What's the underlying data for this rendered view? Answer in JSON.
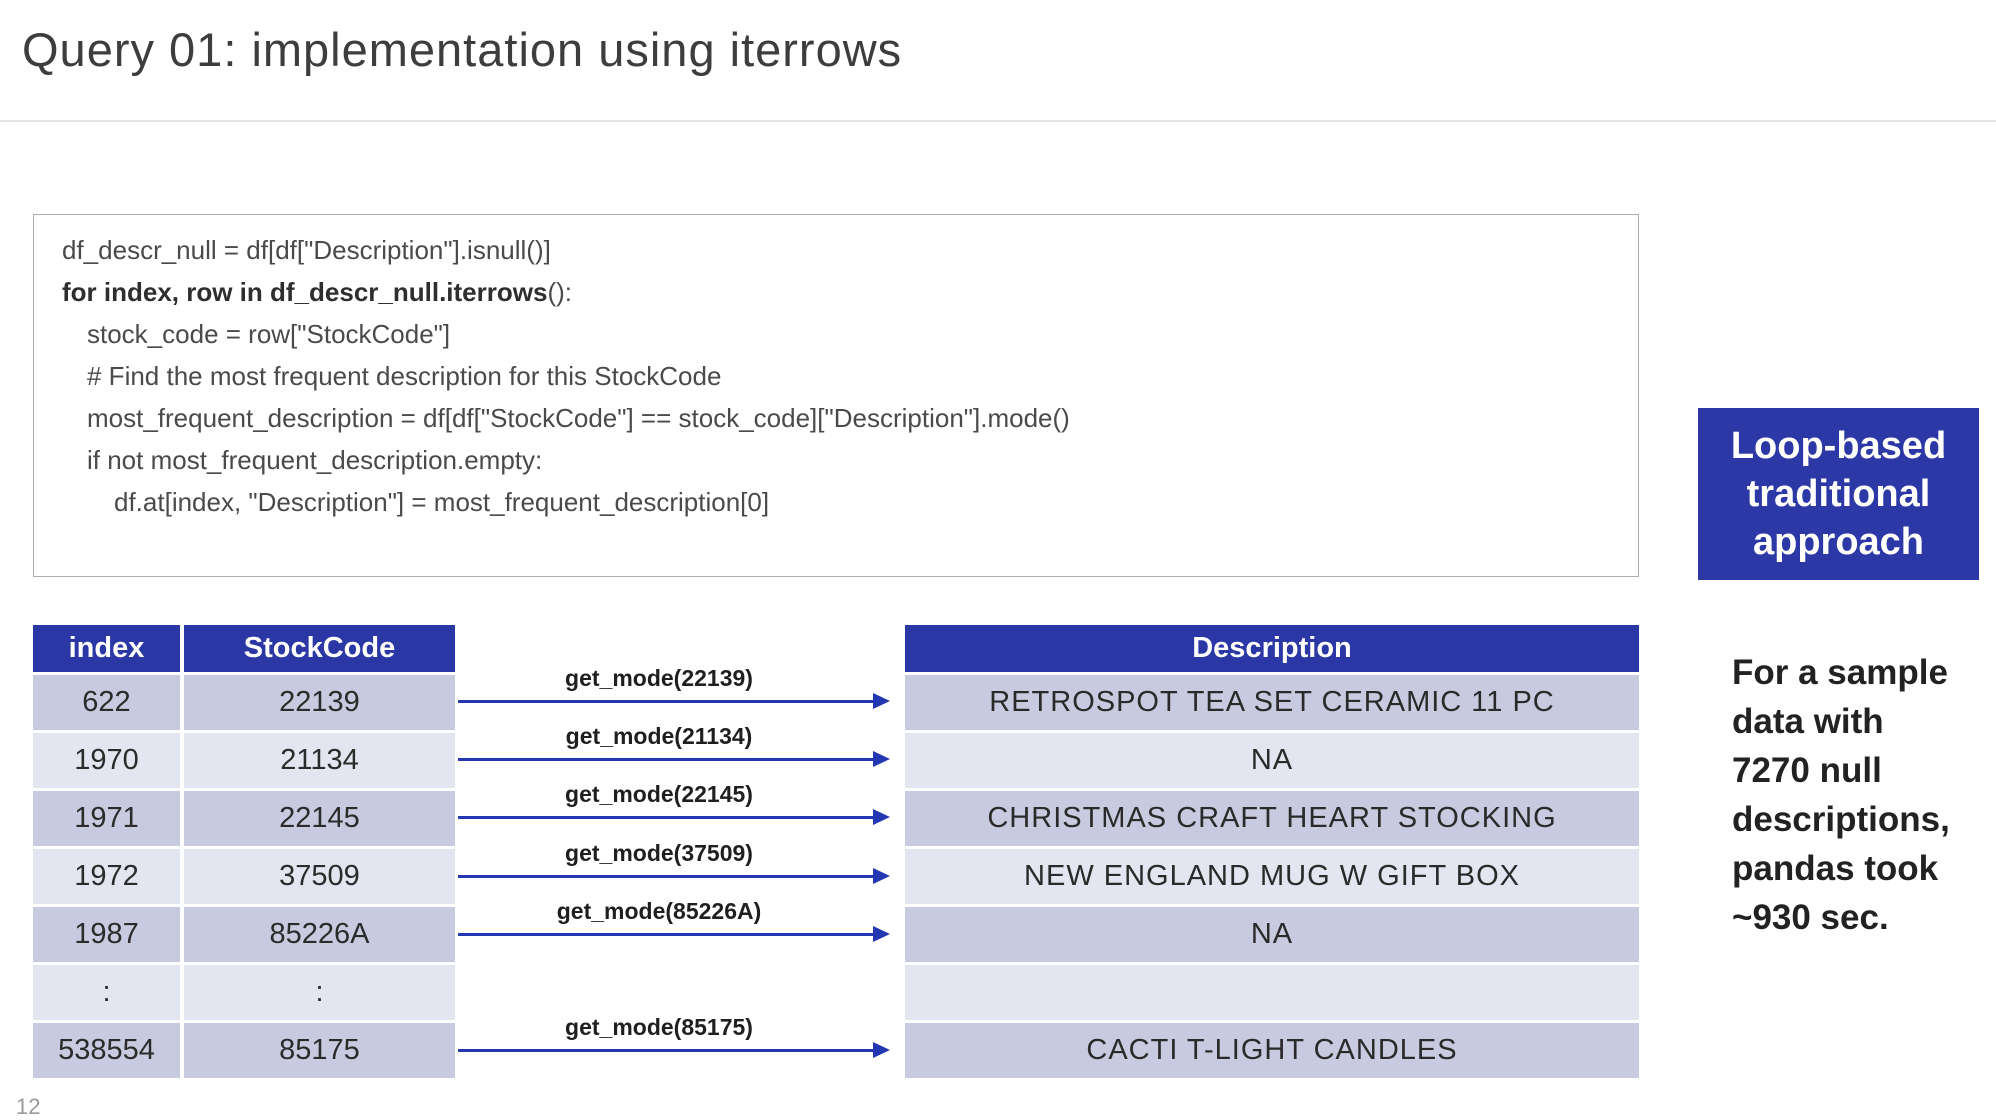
{
  "slide": {
    "title": "Query 01: implementation using iterrows",
    "page_number": "12"
  },
  "code": {
    "lines": [
      {
        "b": "",
        "r": "df_descr_null = df[df[\"Description\"].isnull()]"
      },
      {
        "b": "",
        "r": ""
      },
      {
        "b": "for index, row in df_descr_null.iterrows",
        "r": "():"
      },
      {
        "b": "",
        "r": "stock_code = row[\"StockCode\"]"
      },
      {
        "b": "",
        "r": "# Find the most frequent description for this StockCode"
      },
      {
        "b": "",
        "r": "most_frequent_description = df[df[\"StockCode\"] == stock_code][\"Description\"].mode()"
      },
      {
        "b": "",
        "r": "if not most_frequent_description.empty:"
      },
      {
        "b": "",
        "r": "df.at[index, \"Description\"] = most_frequent_description[0]"
      }
    ]
  },
  "badge": {
    "lines": [
      "Loop-based",
      "traditional",
      "approach"
    ]
  },
  "left_table": {
    "headers": [
      "index",
      "StockCode"
    ],
    "rows": [
      [
        "622",
        "22139"
      ],
      [
        "1970",
        "21134"
      ],
      [
        "1971",
        "22145"
      ],
      [
        "1972",
        "37509"
      ],
      [
        "1987",
        "85226A"
      ],
      [
        ":",
        ":"
      ],
      [
        "538554",
        "85175"
      ]
    ]
  },
  "arrows": [
    {
      "label": "get_mode(22139)"
    },
    {
      "label": "get_mode(21134)"
    },
    {
      "label": "get_mode(22145)"
    },
    {
      "label": "get_mode(37509)"
    },
    {
      "label": "get_mode(85226A)"
    },
    {
      "label": "get_mode(85175)"
    }
  ],
  "description_table": {
    "header": "Description",
    "rows": [
      "RETROSPOT TEA SET CERAMIC 11 PC",
      "NA",
      "CHRISTMAS CRAFT HEART STOCKING",
      "NEW ENGLAND MUG W GIFT BOX",
      "NA",
      "",
      "CACTI T-LIGHT CANDLES"
    ]
  },
  "side_note": {
    "lines": [
      "For a sample",
      "data with",
      "7270 null",
      "descriptions,",
      "pandas took",
      "~930 sec."
    ]
  },
  "colors": {
    "header_blue": "#2a37a4",
    "badge_blue": "#2b38a6",
    "arrow_blue": "#2337b2",
    "row_dark": "#c8cbdf",
    "row_light": "#e3e5f0",
    "title_gray": "#3d3d3d"
  }
}
